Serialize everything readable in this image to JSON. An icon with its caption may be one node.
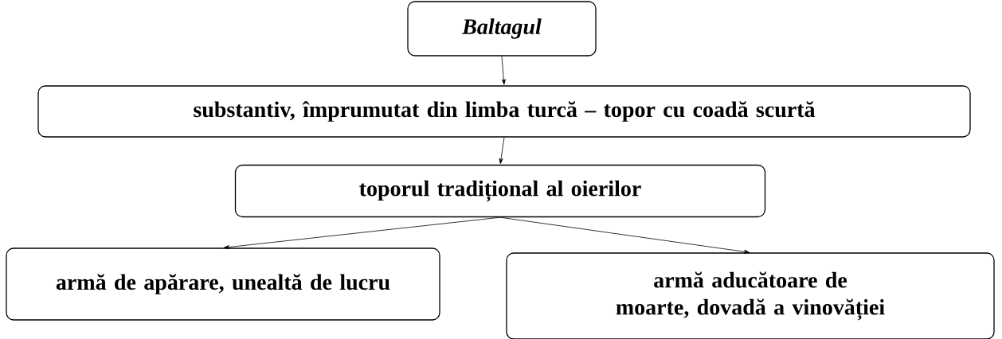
{
  "diagram": {
    "nodes": [
      {
        "text": [
          "Baltagul"
        ]
      },
      {
        "text": [
          "substantiv, împrumutat din limba turcă – topor cu coadă scurtă"
        ]
      },
      {
        "text": [
          "toporul tradițional al oierilor"
        ]
      },
      {
        "text": [
          "armă de apărare, unealtă de lucru"
        ]
      },
      {
        "text": [
          "armă aducătoare de moarte, dovadă a vinovăției"
        ]
      }
    ],
    "edges": [
      {
        "from": 0,
        "to": 1,
        "arrow": "to"
      },
      {
        "from": 1,
        "to": 2,
        "arrow": "to"
      },
      {
        "from": 2,
        "to": 3,
        "arrow": "to"
      },
      {
        "from": 2,
        "to": 4,
        "arrow": "to"
      }
    ]
  }
}
